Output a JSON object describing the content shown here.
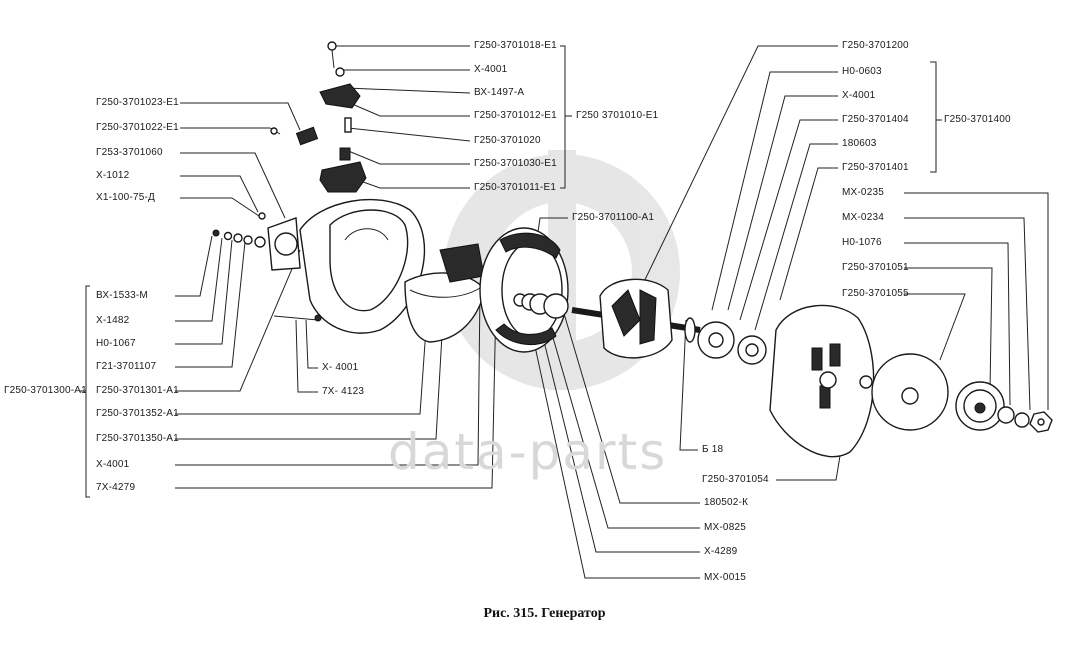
{
  "caption": "Рис. 315. Генератор",
  "watermark": "data-parts",
  "labels": {
    "g250_3701018_e1": "Г250-3701018-Е1",
    "x_4001_top": "Х-4001",
    "vx_1497_a": "ВХ-1497-А",
    "g250_3701012_e1": "Г250-3701012-Е1",
    "g250_3701010_e1": "Г250 3701010-Е1",
    "g250_3701020": "Г250-3701020",
    "g250_3701030_e1": "Г250-3701030-Е1",
    "g250_3701011_e1": "Г250-3701011-Е1",
    "g250_3701023_e1": "Г250-3701023-Е1",
    "g250_3701022_e1": "Г250-3701022-Е1",
    "g253_3701060": "Г253-3701060",
    "x_1012": "Х-1012",
    "x1_100_75_d": "Х1-100-75-Д",
    "vx_1533_m": "ВХ-1533-М",
    "x_1482": "Х-1482",
    "n0_1067": "Н0-1067",
    "g21_3701107": "Г21-3701107",
    "g250_3701300_a1": "Г250-3701300-А1",
    "g250_3701301_a1": "Г250-3701301-А1",
    "g250_3701352_a1": "Г250-3701352-А1",
    "g250_3701350_a1": "Г250-3701350-А1",
    "x_4001_left": "Х-4001",
    "tx_4279": "7Х-4279",
    "x_4001_mid": "Х- 4001",
    "tx_4123": "7Х- 4123",
    "g250_3701100_a1": "Г250-3701100-А1",
    "g250_3701200": "Г250-3701200",
    "n0_0603": "Н0-0603",
    "x_4001_right": "Х-4001",
    "g250_3701404": "Г250-3701404",
    "g250_3701400": "Г250-3701400",
    "b_180603": "180603",
    "g250_3701401": "Г250-3701401",
    "mx_0235": "МХ-0235",
    "mx_0234": "МХ-0234",
    "n0_1076": "Н0-1076",
    "g250_3701051": "Г250-3701051",
    "g250_3701055": "Г250-3701055",
    "b_18": "Б 18",
    "g250_3701054": "Г250-3701054",
    "b_180502_k": "180502-К",
    "mx_0825": "МХ-0825",
    "x_4289": "Х-4289",
    "mx_0015": "МХ-0015"
  }
}
